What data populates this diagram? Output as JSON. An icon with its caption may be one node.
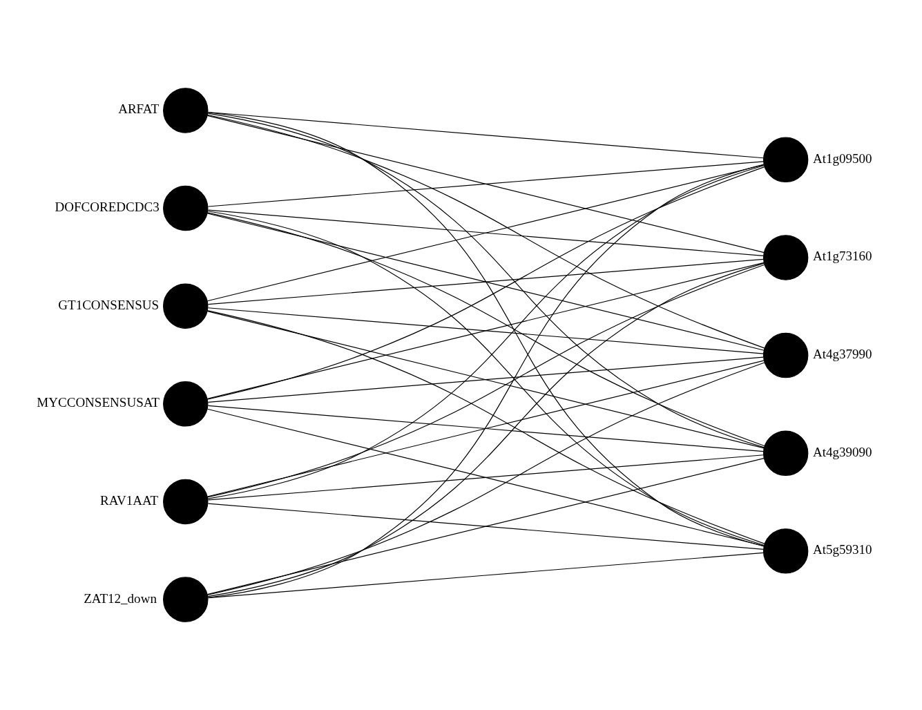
{
  "diagram": {
    "nodes": [
      {
        "text": [
          "ARFAT"
        ]
      },
      {
        "text": [
          "DOFCOREDCDC3"
        ]
      },
      {
        "text": [
          "GT1CONSENSUS"
        ]
      },
      {
        "text": [
          "MYCCONSENSUSAT"
        ]
      },
      {
        "text": [
          "RAV1AAT"
        ]
      },
      {
        "text": [
          "ZAT12_down"
        ]
      },
      {
        "text": [
          "At1g09500"
        ]
      },
      {
        "text": [
          "At1g73160"
        ]
      },
      {
        "text": [
          "At4g37990"
        ]
      },
      {
        "text": [
          "At4g39090"
        ]
      },
      {
        "text": [
          "At5g59310"
        ]
      }
    ],
    "edges": [
      {
        "from": 0,
        "to": 6,
        "arrow": "none"
      },
      {
        "from": 0,
        "to": 7,
        "arrow": "none"
      },
      {
        "from": 0,
        "to": 8,
        "arrow": "none"
      },
      {
        "from": 0,
        "to": 9,
        "arrow": "none"
      },
      {
        "from": 0,
        "to": 10,
        "arrow": "none"
      },
      {
        "from": 1,
        "to": 6,
        "arrow": "none"
      },
      {
        "from": 1,
        "to": 7,
        "arrow": "none"
      },
      {
        "from": 1,
        "to": 8,
        "arrow": "none"
      },
      {
        "from": 1,
        "to": 9,
        "arrow": "none"
      },
      {
        "from": 1,
        "to": 10,
        "arrow": "none"
      },
      {
        "from": 2,
        "to": 6,
        "arrow": "none"
      },
      {
        "from": 2,
        "to": 7,
        "arrow": "none"
      },
      {
        "from": 2,
        "to": 8,
        "arrow": "none"
      },
      {
        "from": 2,
        "to": 9,
        "arrow": "none"
      },
      {
        "from": 2,
        "to": 10,
        "arrow": "none"
      },
      {
        "from": 3,
        "to": 6,
        "arrow": "none"
      },
      {
        "from": 3,
        "to": 7,
        "arrow": "none"
      },
      {
        "from": 3,
        "to": 8,
        "arrow": "none"
      },
      {
        "from": 3,
        "to": 9,
        "arrow": "none"
      },
      {
        "from": 3,
        "to": 10,
        "arrow": "none"
      },
      {
        "from": 4,
        "to": 6,
        "arrow": "none"
      },
      {
        "from": 4,
        "to": 7,
        "arrow": "none"
      },
      {
        "from": 4,
        "to": 8,
        "arrow": "none"
      },
      {
        "from": 4,
        "to": 9,
        "arrow": "none"
      },
      {
        "from": 4,
        "to": 10,
        "arrow": "none"
      },
      {
        "from": 5,
        "to": 6,
        "arrow": "none"
      },
      {
        "from": 5,
        "to": 7,
        "arrow": "none"
      },
      {
        "from": 5,
        "to": 8,
        "arrow": "none"
      },
      {
        "from": 5,
        "to": 9,
        "arrow": "none"
      },
      {
        "from": 5,
        "to": 10,
        "arrow": "none"
      }
    ]
  }
}
